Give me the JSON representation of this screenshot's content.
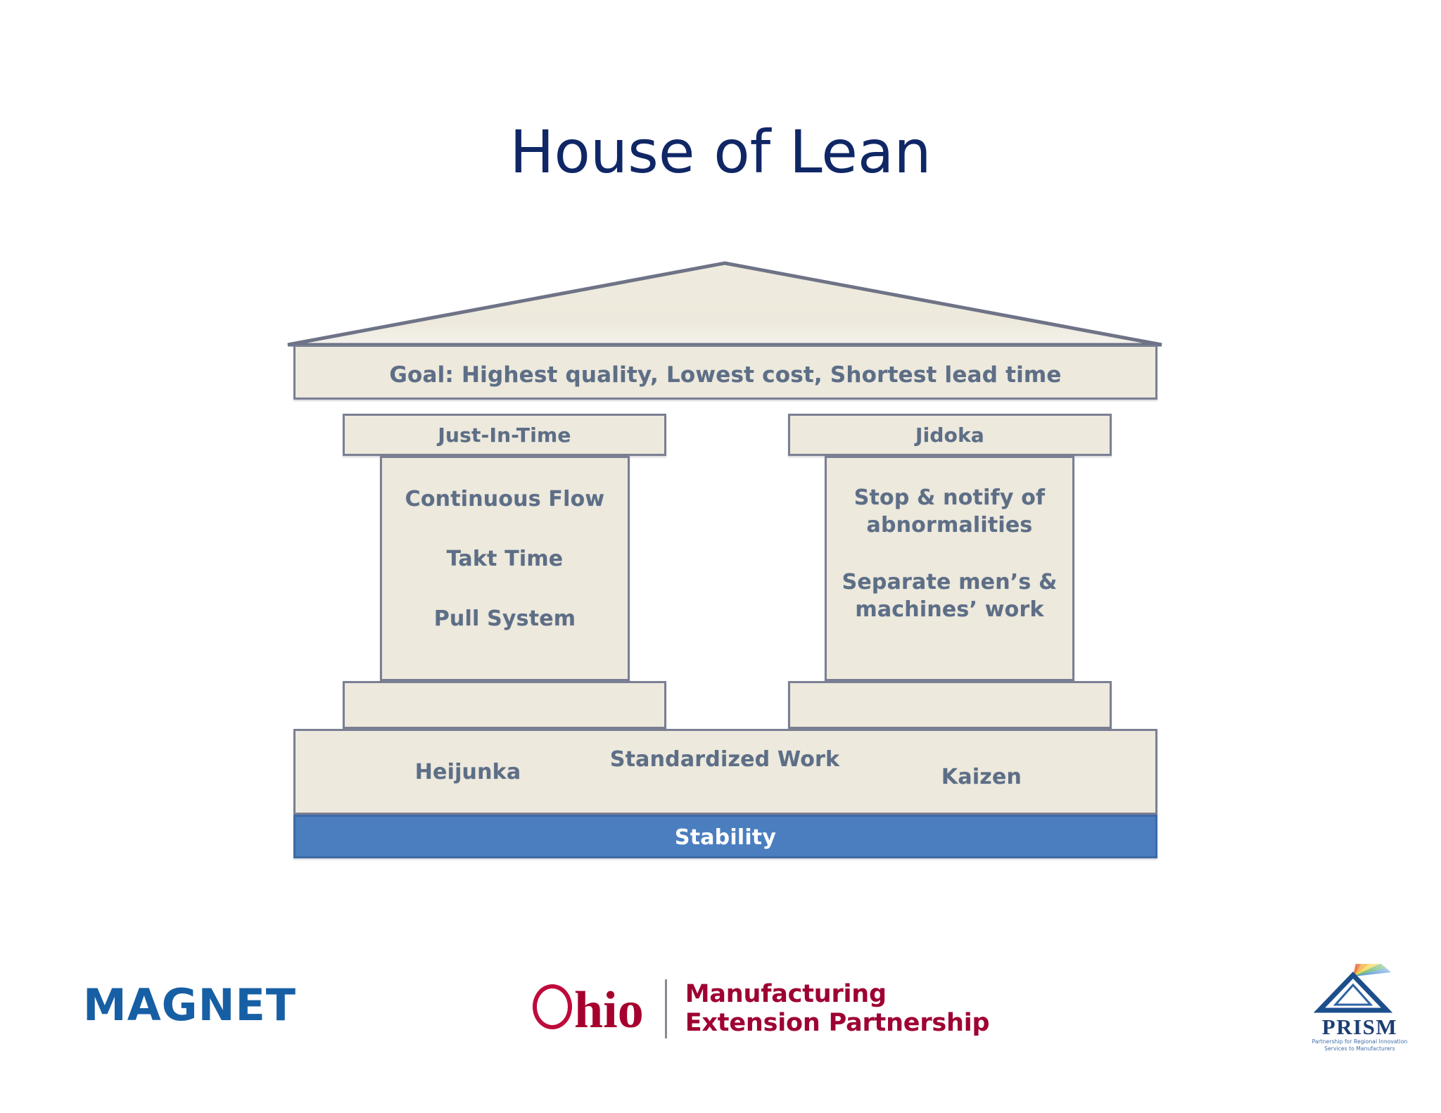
{
  "slide": {
    "title": "House of Lean"
  },
  "house": {
    "goal": {
      "label": "Goal: Highest quality, Lowest cost, Shortest lead time"
    },
    "pillars": [
      {
        "side": "left",
        "capital": "Just-In-Time",
        "items": [
          "Continuous  Flow",
          "Takt Time",
          "Pull System"
        ]
      },
      {
        "side": "right",
        "capital": "Jidoka",
        "items": [
          "Stop & notify of abnormalities",
          "Separate men’s & machines’ work"
        ]
      }
    ],
    "foundation": {
      "items": [
        "Heijunka",
        "Standardized Work",
        "Kaizen"
      ]
    },
    "stability": {
      "label": "Stability"
    },
    "colors": {
      "box_fill": "#EDE9DD",
      "box_border": "#7A7F93",
      "box_text": "#5D6E86",
      "stability_fill": "#4A7EBE",
      "stability_text": "#FFFFFF",
      "title_text": "#102766"
    }
  },
  "footer": {
    "magnet": {
      "wordmark": "MAGNET",
      "color": "#175FA4"
    },
    "ohio_mep": {
      "state": "hio",
      "line1": "Manufacturing",
      "line2": "Extension Partnership",
      "color": "#A6002E"
    },
    "prism": {
      "wordmark": "PRISM",
      "tagline1": "Partnership for Regional Innovation",
      "tagline2": "Services to Manufacturers",
      "color": "#1C3E72"
    }
  }
}
